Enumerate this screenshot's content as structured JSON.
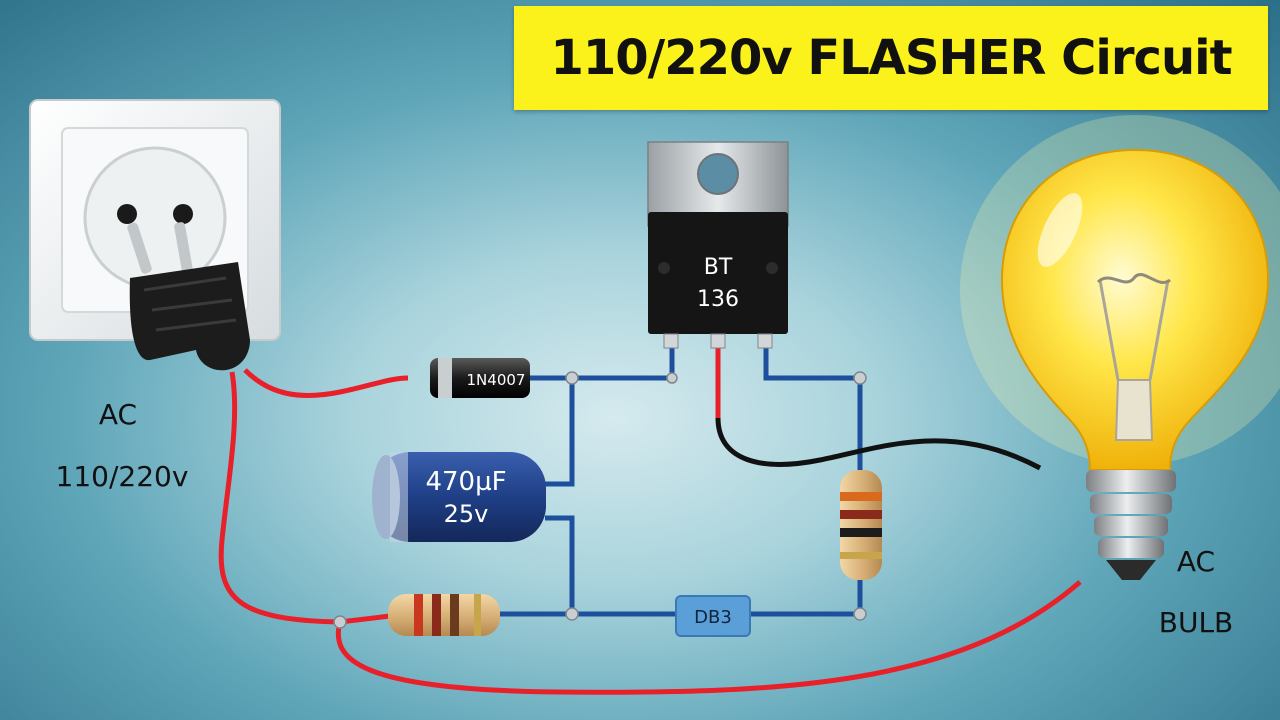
{
  "title": "110/220v FLASHER Circuit",
  "labels": {
    "ac_source_line1": "AC",
    "ac_source_line2": "110/220v",
    "bulb_line1": "AC",
    "bulb_line2": "BULB"
  },
  "components": {
    "triac_line1": "BT",
    "triac_line2": "136",
    "diode": "1N4007",
    "capacitor_line1": "470µF",
    "capacitor_line2": "25v",
    "diac": "DB3"
  },
  "colors": {
    "title_bg": "#fbf11b",
    "wire_red": "#e8202a",
    "wire_blue": "#1e4f9c",
    "wire_black": "#111111",
    "capacitor": "#1f3f86",
    "diac": "#5b9fd9",
    "bulb_glow": "#ffe74a"
  },
  "icons": [
    "wall-socket-icon",
    "plug-icon",
    "light-bulb-icon"
  ]
}
